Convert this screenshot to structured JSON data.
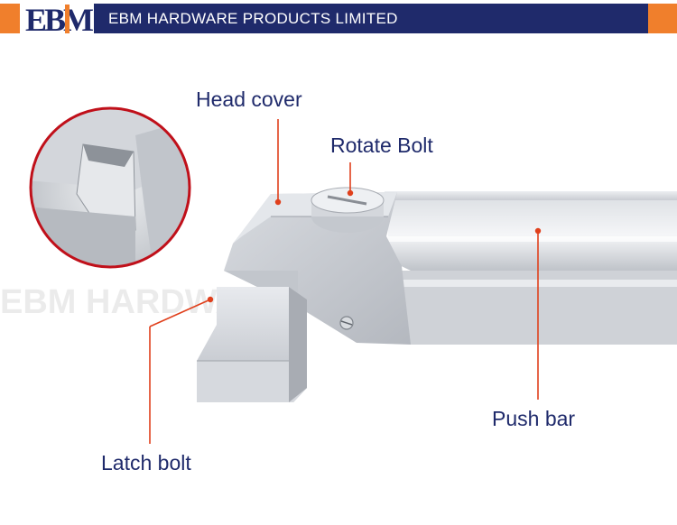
{
  "brand": {
    "logo_text": "EBM",
    "company_name": "EBM HARDWARE PRODUCTS LIMITED",
    "accent_color": "#f07f2c",
    "banner_color": "#1f2a6b"
  },
  "watermark": {
    "text": "EBM HARDWARE"
  },
  "labels": {
    "head_cover": "Head cover",
    "rotate_bolt": "Rotate Bolt",
    "push_bar": "Push bar",
    "latch_bolt": "Latch bolt"
  },
  "colors": {
    "label_text": "#1f2a6b",
    "callout_line": "#e0401c",
    "zoom_ring": "#c0101a"
  }
}
